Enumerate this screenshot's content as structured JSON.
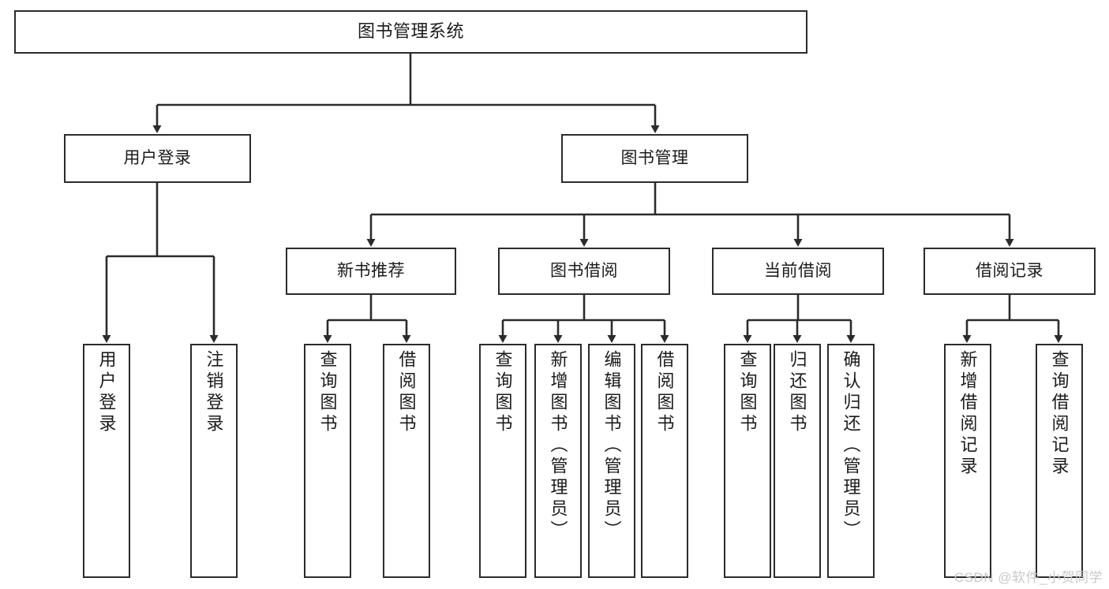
{
  "diagram": {
    "title": "图书管理系统",
    "type": "tree-hierarchy-chart",
    "watermark": "CSDN @软件_小贺同学",
    "colors": {
      "border": "#2b2b2b",
      "background": "#ffffff",
      "text": "#1b1b1b",
      "watermark": "#c9c9c9"
    },
    "levels": {
      "root": {
        "label": "图书管理系统"
      },
      "level2": [
        {
          "label": "用户登录"
        },
        {
          "label": "图书管理"
        }
      ],
      "level3": [
        {
          "label": "新书推荐"
        },
        {
          "label": "图书借阅"
        },
        {
          "label": "当前借阅"
        },
        {
          "label": "借阅记录"
        }
      ],
      "leaves": {
        "user_login": [
          {
            "label": "用户登录"
          },
          {
            "label": "注销登录"
          }
        ],
        "new_book_recommend": [
          {
            "label": "查询图书"
          },
          {
            "label": "借阅图书"
          }
        ],
        "book_borrow": [
          {
            "label": "查询图书"
          },
          {
            "label": "新增图书（管理员）"
          },
          {
            "label": "编辑图书（管理员）"
          },
          {
            "label": "借阅图书"
          }
        ],
        "current_borrow": [
          {
            "label": "查询图书"
          },
          {
            "label": "归还图书"
          },
          {
            "label": "确认归还（管理员）"
          }
        ],
        "borrow_records": [
          {
            "label": "新增借阅记录"
          },
          {
            "label": "查询借阅记录"
          }
        ]
      }
    }
  }
}
